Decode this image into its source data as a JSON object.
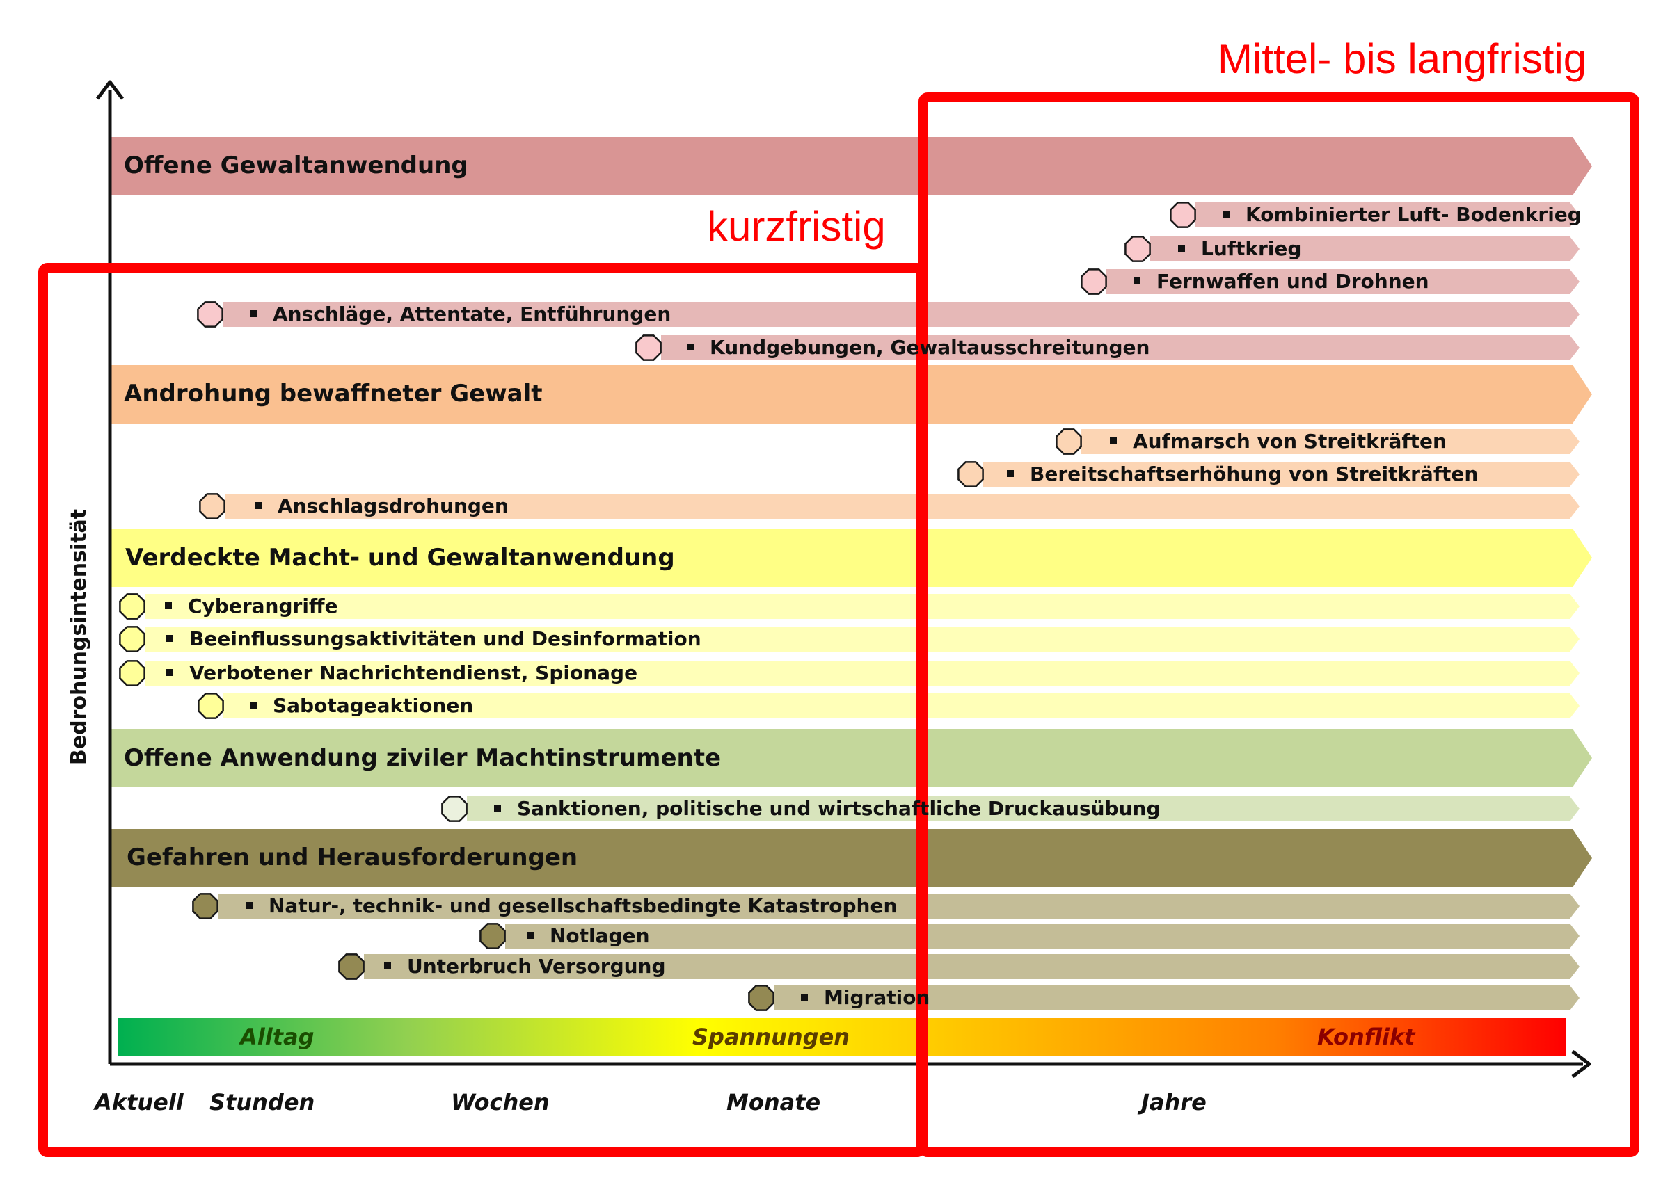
{
  "y_axis_label": "Bedrohungsintensität",
  "frames": {
    "short_label": "kurzfristig",
    "long_label": "Mittel- bis langfristig",
    "color": "#ff0000"
  },
  "categories": [
    {
      "label": "Offene Gewaltanwendung",
      "band_color": "#d99594",
      "item_color": "#e6b8b7",
      "marker_color": "#f9c9cc",
      "items": [
        {
          "label": "Kombinierter Luft- Bodenkrieg",
          "start": "Jahre"
        },
        {
          "label": "Luftkrieg",
          "start": "Jahre"
        },
        {
          "label": "Fernwaffen und Drohnen",
          "start": "Jahre"
        },
        {
          "label": "Anschläge, Attentate, Entführungen",
          "start": "Stunden"
        },
        {
          "label": "Kundgebungen, Gewaltausschreitungen",
          "start": "Monate"
        }
      ]
    },
    {
      "label": "Androhung  bewaffneter Gewalt",
      "band_color": "#fac090",
      "item_color": "#fcd5b4",
      "marker_color": "#fcd5b4",
      "items": [
        {
          "label": "Aufmarsch von Streitkräften",
          "start": "Jahre"
        },
        {
          "label": "Bereitschaftserhöhung von Streitkräften",
          "start": "Jahre"
        },
        {
          "label": "Anschlagsdrohungen",
          "start": "Stunden"
        }
      ]
    },
    {
      "label": "Verdeckte Macht- und Gewaltanwendung",
      "band_color": "#ffff85",
      "item_color": "#ffffb8",
      "marker_color": "#ffff99",
      "items": [
        {
          "label": "Cyberangriffe",
          "start": "Aktuell"
        },
        {
          "label": "Beeinflussungsaktivitäten und Desinformation",
          "start": "Aktuell"
        },
        {
          "label": "Verbotener Nachrichtendienst, Spionage",
          "start": "Aktuell"
        },
        {
          "label": "Sabotageaktionen",
          "start": "Stunden"
        }
      ]
    },
    {
      "label": "Offene Anwendung  ziviler Machtinstrumente",
      "band_color": "#c4d79b",
      "item_color": "#d8e4bc",
      "marker_color": "#ebf1de",
      "items": [
        {
          "label": "Sanktionen, politische und wirtschaftliche Druckausübung",
          "start": "Wochen"
        }
      ]
    },
    {
      "label": "Gefahren und Herausforderungen",
      "band_color": "#948a54",
      "item_color": "#c4bd97",
      "marker_color": "#938953",
      "items": [
        {
          "label": "Natur-, technik- und gesellschaftsbedingte Katastrophen",
          "start": "Stunden"
        },
        {
          "label": "Notlagen",
          "start": "Wochen"
        },
        {
          "label": "Unterbruch Versorgung",
          "start": "Wochen"
        },
        {
          "label": "Migration",
          "start": "Monate"
        }
      ]
    }
  ],
  "scale": {
    "labels": [
      "Alltag",
      "Spannungen",
      "Konflikt"
    ],
    "label_colors": [
      "#1a4d00",
      "#5a3d00",
      "#8b0000"
    ],
    "gradient_colors": [
      "#00b050",
      "#92d050",
      "#ffff00",
      "#ffc000",
      "#ff7f00",
      "#ff0000"
    ]
  },
  "time_axis": [
    "Aktuell",
    "Stunden",
    "Wochen",
    "Monate",
    "Jahre"
  ]
}
